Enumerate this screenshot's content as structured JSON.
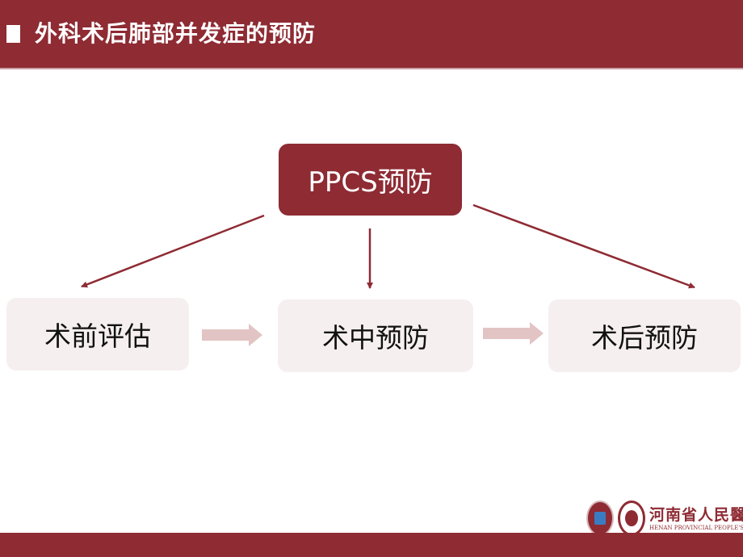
{
  "header": {
    "title": "外科术后肺部并发症的预防"
  },
  "diagram": {
    "root": "PPCS预防",
    "steps": [
      "术前评估",
      "术中预防",
      "术后预防"
    ]
  },
  "logo": {
    "name_cn": "河南省人民醫院",
    "name_en": "HENAN PROVINCIAL PEOPLE'S HOSPITAL"
  },
  "colors": {
    "accent": "#8e2b33",
    "box_fill": "#f6efef",
    "step_arrow": "#e3c4c4"
  }
}
